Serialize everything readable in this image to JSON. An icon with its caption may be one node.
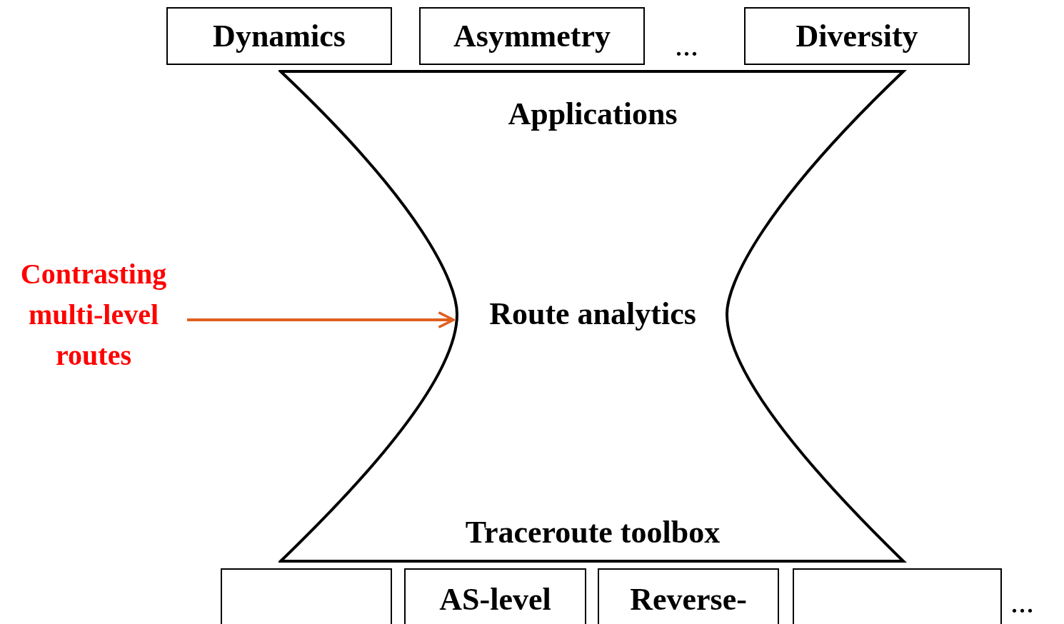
{
  "diagram": {
    "nodes": [
      {
        "text": [
          "Dynamics"
        ]
      },
      {
        "text": [
          "Asymmetry"
        ]
      },
      {
        "text": [
          "Diversity"
        ]
      },
      {
        "text": [
          "Applications",
          "Route analytics",
          "Traceroute toolbox"
        ]
      },
      {
        "text": [
          "Contrasting multi-level routes"
        ]
      },
      {
        "text": [],
        "shape": "box"
      },
      {
        "text": [
          "AS-level"
        ]
      },
      {
        "text": [
          "Reverse-"
        ]
      },
      {
        "text": [],
        "shape": "box"
      }
    ],
    "edges": [
      {
        "from": 4,
        "to": 3,
        "arrow": "to",
        "color": "#e0601e"
      }
    ],
    "labels": [
      "...",
      "..."
    ]
  }
}
